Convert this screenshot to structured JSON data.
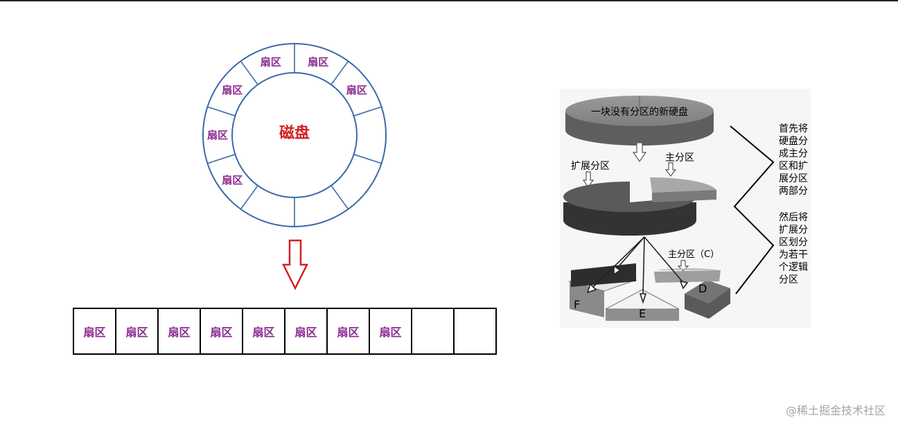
{
  "disk": {
    "center_label": "磁盘",
    "sector_label": "扇区",
    "sector_count": 10,
    "labeled_sectors": 6,
    "colors": {
      "ring": "#3a6aa8",
      "center_label": "#d42020",
      "sector_label": "#8b2a8f",
      "arrow": "#d42020"
    }
  },
  "strip": {
    "cells": [
      "扇区",
      "扇区",
      "扇区",
      "扇区",
      "扇区",
      "扇区",
      "扇区",
      "扇区",
      "",
      ""
    ]
  },
  "partition": {
    "top_disk_label": "一块没有分区的新硬盘",
    "extended_label": "扩展分区",
    "primary_label": "主分区",
    "primary_c_label": "主分区（C）",
    "drive_letters": [
      "F",
      "E",
      "D"
    ],
    "note_1": [
      "首先将",
      "硬盘分",
      "成主分",
      "区和扩",
      "展分区",
      "两部分"
    ],
    "note_2": [
      "然后将",
      "扩展分",
      "区划分",
      "为若干",
      "个逻辑",
      "分区"
    ]
  },
  "watermark": "@稀土掘金技术社区"
}
